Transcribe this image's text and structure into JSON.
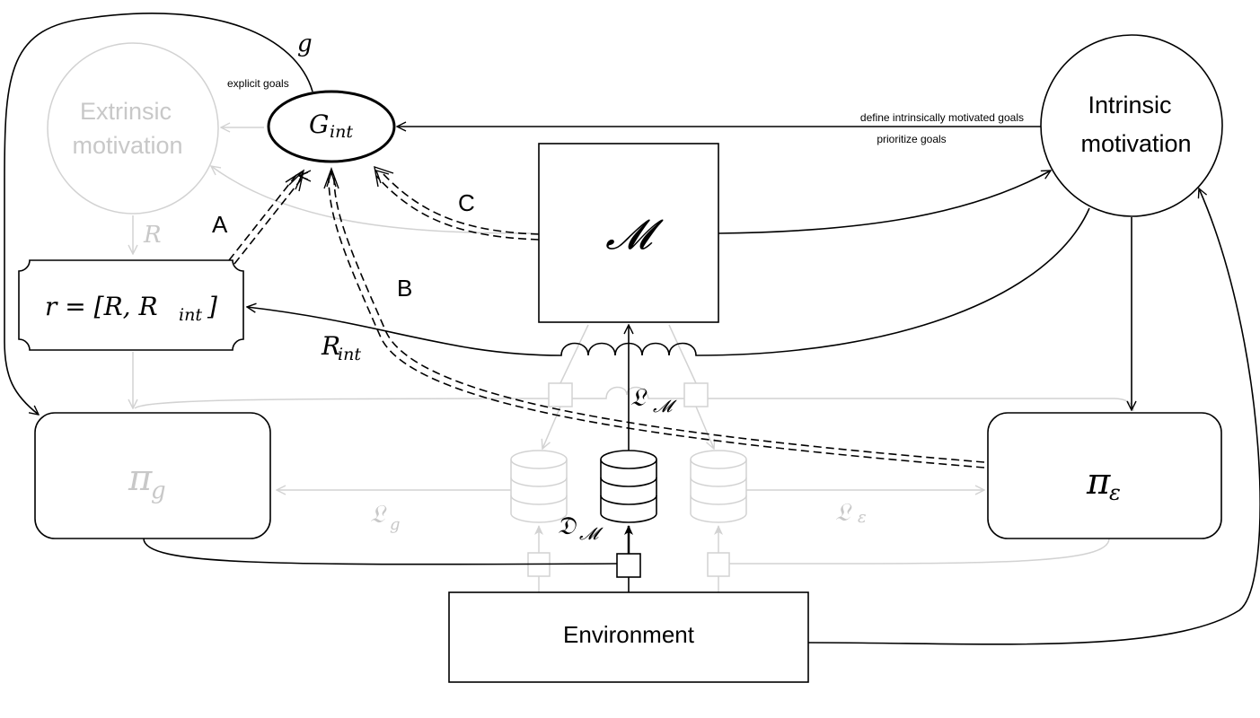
{
  "nodes": {
    "extrinsic_line1": "Extrinsic",
    "extrinsic_line2": "motivation",
    "intrinsic_line1": "Intrinsic",
    "intrinsic_line2": "motivation",
    "g_int_base": "G",
    "g_int_sub": "int",
    "reward_vector_prefix": "r = [R, R",
    "reward_vector_sub": "int",
    "reward_vector_suffix": "]",
    "model_symbol": "𝓜",
    "pi_g_base": "π",
    "pi_g_sub": "g",
    "pi_e_base": "π",
    "pi_e_sub": "ε",
    "environment": "Environment"
  },
  "edge_labels": {
    "g": "g",
    "explicit_goals": "explicit goals",
    "define_goals": "define intrinsically motivated goals",
    "prioritize_goals": "prioritize goals",
    "A": "A",
    "B": "B",
    "C": "C",
    "R": "R",
    "R_int_base": "R",
    "R_int_sub": "int",
    "L_M_base": "𝔏",
    "L_M_sub": "𝓜",
    "D_M_base": "𝔇",
    "D_M_sub": "𝓜",
    "L_g_base": "𝔏",
    "L_g_sub": "g",
    "L_e_base": "𝔏",
    "L_e_sub": "ε"
  },
  "colors": {
    "active": "#000000",
    "inactive": "#c8c8c8"
  }
}
